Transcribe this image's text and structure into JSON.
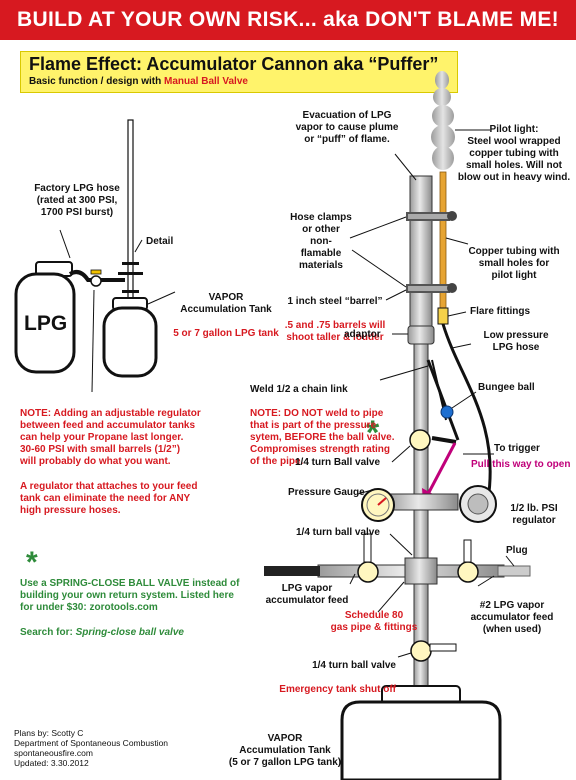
{
  "banner": "BUILD AT YOUR OWN RISK... aka DON'T BLAME ME!",
  "title": "Flame Effect: Accumulator Cannon aka “Puffer”",
  "subtitle": "Basic function / design with ",
  "subtitle_highlight": "Manual Ball Valve",
  "left": {
    "factory_hose": "Factory LPG hose\n(rated at 300 PSI,\n1700 PSI burst)",
    "detail": "Detail",
    "lpg_tank": "LPG",
    "vapor_tank": "VAPOR\nAccumulation Tank",
    "vapor_tank_size": "5 or 7 gallon LPG tank",
    "note1": "NOTE: Adding an adjustable regulator\nbetween feed and accumulator tanks\ncan help your Propane last longer.\n30-60 PSI with small barrels (1/2”)\nwill probably do what you want.",
    "note2": "A regulator that attaches to your feed\ntank can eliminate the need for ANY\nhigh pressure hoses.",
    "star": "*",
    "spring_note": "Use a SPRING-CLOSE BALL VALVE instead of\nbuilding your own return system. Listed here\nfor under $30:  zorotools.com",
    "search_prefix": "Search for:  ",
    "search_term": "Spring-close ball valve"
  },
  "labels": {
    "evacuation": "Evacuation of LPG\nvapor to cause plume\nor “puff” of flame.",
    "pilot_light": "Pilot light:\nSteel wool wrapped\ncopper tubing with\nsmall holes. Will not\nblow out in heavy wind.",
    "hose_clamps": "Hose clamps\nor other\nnon-flamable\nmaterials",
    "copper_tubing": "Copper tubing with\nsmall holes for\npilot light",
    "barrel": "1 inch steel “barrel”",
    "barrel_note": ".5 and .75 barrels will\nshoot taller & louder",
    "flare": "Flare fittings",
    "adaptor": "adaptor",
    "low_pressure": "Low pressure\nLPG hose",
    "weld": "Weld 1/2 a chain link",
    "weld_note": "NOTE: DO NOT weld to pipe\nthat is part of the pressure\nsytem, BEFORE the ball valve.\nCompromises strength rating\nof the pipe.",
    "bungee": "Bungee ball",
    "to_trigger": "To trigger",
    "pull": "Pull this way to open",
    "quarter_turn": "1/4 turn Ball valve",
    "gauge": "Pressure Gauge",
    "regulator": "1/2 lb. PSI\nregulator",
    "quarter_turn2": "1/4 turn ball valve",
    "plug": "Plug",
    "lpg_feed": "LPG vapor\naccumulator feed",
    "schedule": "Schedule 80\ngas pipe & fittings",
    "feed2": "#2 LPG vapor\naccumulator feed\n(when used)",
    "quarter_turn3": "1/4 turn ball valve",
    "emergency": "Emergency tank shut off",
    "vapor_bottom": "VAPOR\nAccumulation Tank\n(5 or 7 gallon LPG tank)"
  },
  "credits": "Plans by: Scotty C\nDepartment of Spontaneous Combustion\nspontaneousfire.com\nUpdated: 3.30.2012",
  "colors": {
    "banner": "#d71920",
    "title_bg": "#fff36b",
    "valve": "#fff7c0",
    "pipe": "#c9c9c9",
    "copper": "#e6a433",
    "pull_arrow": "#c0007a",
    "bungee_ball": "#1e6fd0",
    "green_star": "#2e8b3a"
  }
}
